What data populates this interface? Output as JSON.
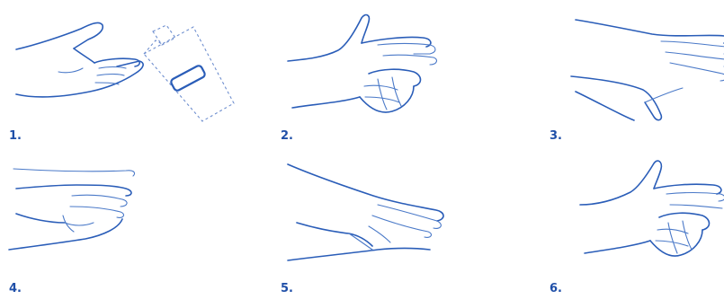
{
  "steps": [
    {
      "label": "1.",
      "illustration": "hand-rub-step-1-dispense"
    },
    {
      "label": "2.",
      "illustration": "hand-rub-step-2-palm-to-palm"
    },
    {
      "label": "3.",
      "illustration": "hand-rub-step-3-back-of-hands"
    },
    {
      "label": "4.",
      "illustration": "hand-rub-step-4-interlaced-fingers"
    },
    {
      "label": "5.",
      "illustration": "hand-rub-step-5-backs-of-fingers"
    },
    {
      "label": "6.",
      "illustration": "hand-rub-step-6-fingertips-in-palm"
    }
  ],
  "colors": {
    "line": "#2a5db8",
    "label": "#1f4fa8",
    "background": "#ffffff"
  }
}
